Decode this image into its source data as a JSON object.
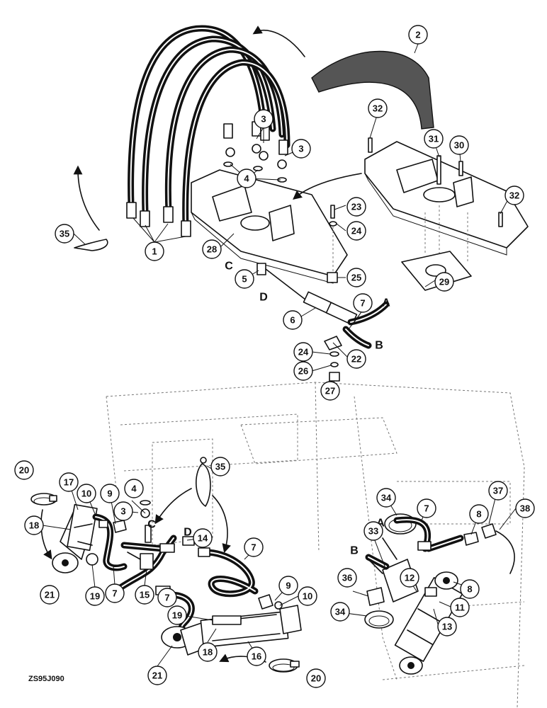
{
  "figure_id": "ZS95J090",
  "letters": [
    "A",
    "B",
    "C",
    "D"
  ],
  "callouts": [
    "1",
    "2",
    "3",
    "4",
    "5",
    "6",
    "7",
    "8",
    "9",
    "10",
    "11",
    "12",
    "13",
    "14",
    "15",
    "16",
    "17",
    "18",
    "19",
    "20",
    "21",
    "22",
    "23",
    "24",
    "25",
    "26",
    "27",
    "28",
    "29",
    "30",
    "31",
    "32",
    "33",
    "34",
    "35",
    "36",
    "37",
    "38"
  ],
  "colors": {
    "ink": "#111111",
    "paper": "#ffffff",
    "ghost": "#777777"
  }
}
